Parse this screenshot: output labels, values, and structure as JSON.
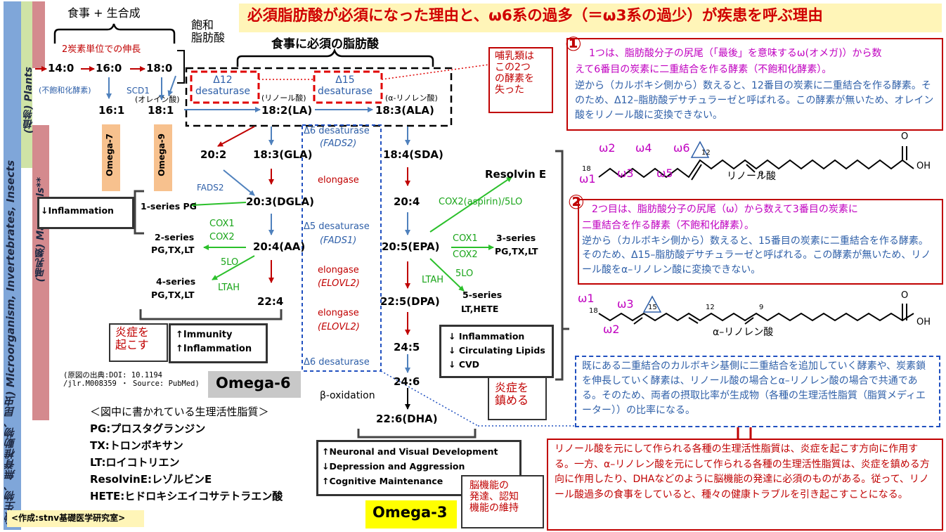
{
  "title": "必須脂肪酸が必須になった理由と、ω6系の過多（＝ω3系の過少）が疾患を呼ぶ理由",
  "colors": {
    "accent_red": "#c00000",
    "blue": "#2e5fa8",
    "green": "#1aa51a",
    "magenta": "#c000c0",
    "title_bg": "#fff5b8",
    "blue_bar": "#7fa6d9",
    "pink_bar": "#d48a8e",
    "green_bar": "#cfe3a6",
    "orange_tag": "#f7c18e",
    "omega3_bg": "#ffff00",
    "omega6_bg": "#c8c8c8"
  },
  "sidebar": {
    "outer_label": "(微生物、無脊椎動物、昆虫) Microorganism, Invertebrates, Insects",
    "plants_label": "(植物) Plants",
    "mammals_label": "(哺乳類) Mammals**"
  },
  "top": {
    "food_photo": "食事 + 生合成",
    "saturated": "飽和\n脂肪酸",
    "essential": "食事に必須の脂肪酸",
    "elongation": "2炭素単位での伸長",
    "desat_note": "(不飽和化酵素)",
    "scd1": "SCD1",
    "oleic": "(オレイン酸)",
    "linoleic": "(リノール酸)",
    "alpha_linolenic": "(α-リノレン酸)",
    "d12": "Δ12\ndesaturase",
    "d15": "Δ15\ndesaturase",
    "mammal_lost": "哺乳類は\nこの2つ\nの酵素を\n失った"
  },
  "fatty_acids": {
    "c140": "14:0",
    "c160": "16:0",
    "c180": "18:0",
    "c161": "16:1",
    "c181": "18:1",
    "la": "18:2(LA)",
    "ala": "18:3(ALA)",
    "c202": "20:2",
    "gla": "18:3(GLA)",
    "sda": "18:4(SDA)",
    "dgla": "20:3(DGLA)",
    "c204": "20:4",
    "aa": "20:4(AA)",
    "epa": "20:5(EPA)",
    "c224": "22:4",
    "dpa": "22:5(DPA)",
    "c245": "24:5",
    "c246": "24:6",
    "dha": "22:6(DHA)"
  },
  "tags": {
    "omega7": "Omega-7",
    "omega9": "Omega-9"
  },
  "enzymes": {
    "d6a": "Δ6 desaturase",
    "fads2": "(FADS2)",
    "elongase1": "elongase",
    "d5": "Δ5 desaturase",
    "fads1": "(FADS1)",
    "elongase2": "elongase",
    "elovl2a": "(ELOVL2)",
    "elongase3": "elongase",
    "elovl2b": "(ELOVL2)",
    "d6b": "Δ6 desaturase",
    "fads2_left": "FADS2",
    "cox1": "COX1",
    "cox2": "COX2",
    "lo5": "5LO",
    "ltah": "LTAH",
    "cox2aspirin": "COX2(aspirin)/5LO",
    "cox1r": "COX1",
    "cox2r": "COX2",
    "lo5r": "5LO",
    "ltahr": "LTAH",
    "beta_ox": "β-oxidation"
  },
  "mediators": {
    "pg1": "1-series PG",
    "pg2a": "2-series",
    "pg2b": "PG,TX,LT",
    "pg4a": "4-series",
    "pg4b": "PG,TX,LT",
    "resolvin": "Resolvin E",
    "pg3a": "3-series",
    "pg3b": "PG,TX,LT",
    "s5a": "5-series",
    "s5b": "LT,HETE"
  },
  "effects": {
    "inflammation_down": "↓Inflammation",
    "immunity": [
      "↑Immunity",
      "↑Inflammation"
    ],
    "omega3_fx": [
      "↓ Inflammation",
      "↓ Circulating Lipids",
      "↓ CVD"
    ],
    "brain_fx": [
      "↑Neuronal and Visual  Development",
      "↓Depression and Aggression",
      "↑Cognitive Maintenance"
    ],
    "cause_inflam": "炎症を\n起こす",
    "calm_inflam": "炎症を\n鎮める",
    "brain_jp": "脳機能の\n発達、認知\n機能の維持"
  },
  "source": "(原図の出典:DOI: 10.1194\n/jlr.M008359 ・ Source: PubMed)",
  "omega6": "Omega-6",
  "omega3": "Omega-3",
  "legend": {
    "heading": "＜図中に書かれている生理活性脂質＞",
    "items": [
      "PG:プロスタグランジン",
      "TX:トロンボキサン",
      "LT:ロイコトリエン",
      "ResolvinE:レゾルビンE",
      "HETE:ヒドロキシエイコサテトラエン酸"
    ]
  },
  "credit": "<作成:stnv基礎医学研究室>",
  "note1": {
    "num": "①",
    "line1": " 1つは、脂肪酸分子の尻尾（「最後」を意味するω(オメガ)）から数",
    "line2": "えて6番目の炭素に二重結合を作る酵素（不飽和化酵素）。",
    "body": "逆から（カルボキシ側から）数えると、12番目の炭素に二重結合を作る酵素。そのため、Δ12–脂肪酸デサチュラーゼと呼ばれる。この酵素が無いため、オレイン酸をリノール酸に変換できない。"
  },
  "note2": {
    "num": "②",
    "line1": " 2つ目は、脂肪酸分子の尻尾（ω）から数えて3番目の炭素に",
    "line2": "二重結合を作る酵素（不飽和化酵素）。",
    "body": "逆から（カルボキシ側から）数えると、15番目の炭素に二重結合を作る酵素。そのため、Δ15–脂肪酸デサチュラーゼと呼ばれる。この酵素が無いため、リノール酸をα–リノレン酸に変換できない。"
  },
  "note3": "既にある二重結合のカルボキシ基側に二重結合を追加していく酵素や、炭素鎖を伸長していく酵素は、リノール酸の場合とα–リノレン酸の場合で共通である。そのため、両者の摂取比率が生成物（各種の生理活性脂質（脂質メディエーター））の比率になる。",
  "note4": "リノール酸を元にして作られる各種の生理活性脂質は、炎症を起こす方向に作用する。一方、α–リノレン酸を元にして作られる各種の生理活性脂質は、炎症を鎮める方向に作用したり、DHAなどのように脳機能の発達に必須のものがある。従って、リノール酸過多の食事をしていると、種々の健康トラブルを引き起こすことになる。",
  "molecules": {
    "la_name": "リノール酸",
    "ala_name": "α–リノレン酸",
    "w1": "ω1",
    "w2": "ω2",
    "w3": "ω3",
    "w4": "ω4",
    "w5": "ω5",
    "w6": "ω6",
    "n18": "18",
    "n12": "12",
    "n9": "9",
    "n15": "15",
    "o": "O",
    "oh": "OH"
  }
}
